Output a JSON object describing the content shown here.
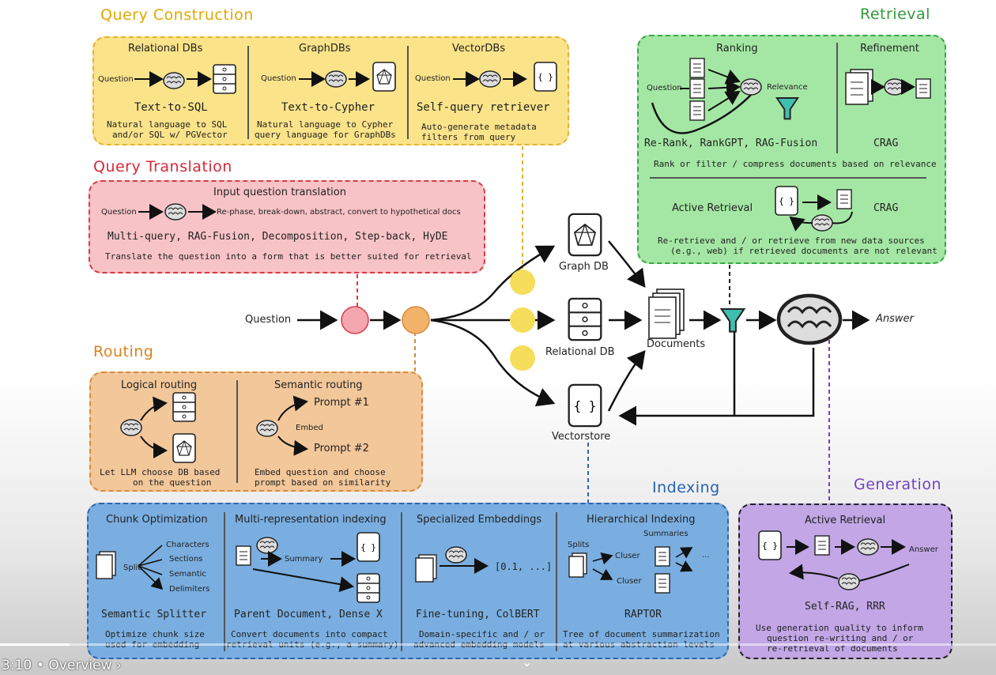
{
  "sections": {
    "query_construction": "Query Construction",
    "query_translation": "Query Translation",
    "routing": "Routing",
    "retrieval": "Retrieval",
    "indexing": "Indexing",
    "generation": "Generation"
  },
  "query_construction": {
    "relational": {
      "title": "Relational DBs",
      "question": "Question",
      "tech": "Text-to-SQL",
      "desc1": "Natural language to SQL",
      "desc2": "and/or SQL w/ PGVector"
    },
    "graph": {
      "title": "GraphDBs",
      "question": "Question",
      "tech": "Text-to-Cypher",
      "desc1": "Natural language to Cypher",
      "desc2": "query language for GraphDBs"
    },
    "vector": {
      "title": "VectorDBs",
      "question": "Question",
      "tech": "Self-query retriever",
      "desc1": "Auto-generate metadata",
      "desc2": "filters from query"
    }
  },
  "query_translation": {
    "title": "Input question translation",
    "question": "Question",
    "flow": "Re-phase, break-down, abstract, convert to hypothetical docs",
    "tech": "Multi-query, RAG-Fusion, Decomposition, Step-back, HyDE",
    "desc": "Translate the question into a form that is better suited for retrieval"
  },
  "routing": {
    "logical": {
      "title": "Logical routing",
      "desc1": "Let LLM choose DB based",
      "desc2": "on the question"
    },
    "semantic": {
      "title": "Semantic routing",
      "prompt1": "Prompt #1",
      "prompt2": "Prompt #2",
      "embed": "Embed",
      "desc1": "Embed question and choose",
      "desc2": "prompt based on similarity"
    }
  },
  "retrieval": {
    "ranking": {
      "title": "Ranking",
      "question": "Question",
      "relevance": "Relevance",
      "tech": "Re-Rank, RankGPT, RAG-Fusion"
    },
    "refinement": {
      "title": "Refinement",
      "tech": "CRAG"
    },
    "rank_desc": "Rank or filter / compress documents based on relevance",
    "active": {
      "title": "Active Retrieval",
      "tech": "CRAG",
      "desc1": "Re-retrieve and / or retrieve from new data sources",
      "desc2": "(e.g., web) if retrieved documents are not relevant"
    }
  },
  "flow": {
    "question": "Question",
    "graph_db": "Graph DB",
    "relational_db": "Relational DB",
    "vectorstore": "Vectorstore",
    "documents": "Documents",
    "answer": "Answer"
  },
  "indexing": {
    "chunk": {
      "title": "Chunk Optimization",
      "split": "Split",
      "items": [
        "Characters",
        "Sections",
        "Semantic",
        "Delimiters"
      ],
      "tech": "Semantic Splitter",
      "desc1": "Optimize chunk size",
      "desc2": "used for embedding"
    },
    "multi": {
      "title": "Multi-representation indexing",
      "summary": "Summary",
      "tech": "Parent Document, Dense X",
      "desc1": "Convert documents into compact",
      "desc2": "retrieval units (e.g., a summary)"
    },
    "embed": {
      "title": "Specialized Embeddings",
      "vector": "[0.1, ...]",
      "tech": "Fine-tuning, ColBERT",
      "desc1": "Domain-specific and / or",
      "desc2": "advanced embedding models"
    },
    "hier": {
      "title": "Hierarchical Indexing",
      "summaries": "Summaries",
      "splits": "Splits",
      "cluster1": "Cluser",
      "cluster2": "Cluser",
      "dots": "...",
      "tech": "RAPTOR",
      "desc1": "Tree of document summarization",
      "desc2": "at various abstraction levels"
    }
  },
  "generation": {
    "title": "Active Retrieval",
    "answer": "Answer",
    "tech": "Self-RAG, RRR",
    "desc1": "Use generation quality to inform",
    "desc2": "question re-writing and / or",
    "desc3": "re-retrieval of documents"
  },
  "player": {
    "time": "3:10",
    "chapter": "• Overview ›",
    "progress": 0.07
  },
  "colors": {
    "yellow": "#fbe38a",
    "red": "#f8c3c6",
    "orange": "#f2c79a",
    "green": "#a4e7a4",
    "blue": "#7aaee0",
    "purple": "#c2a6e6"
  }
}
